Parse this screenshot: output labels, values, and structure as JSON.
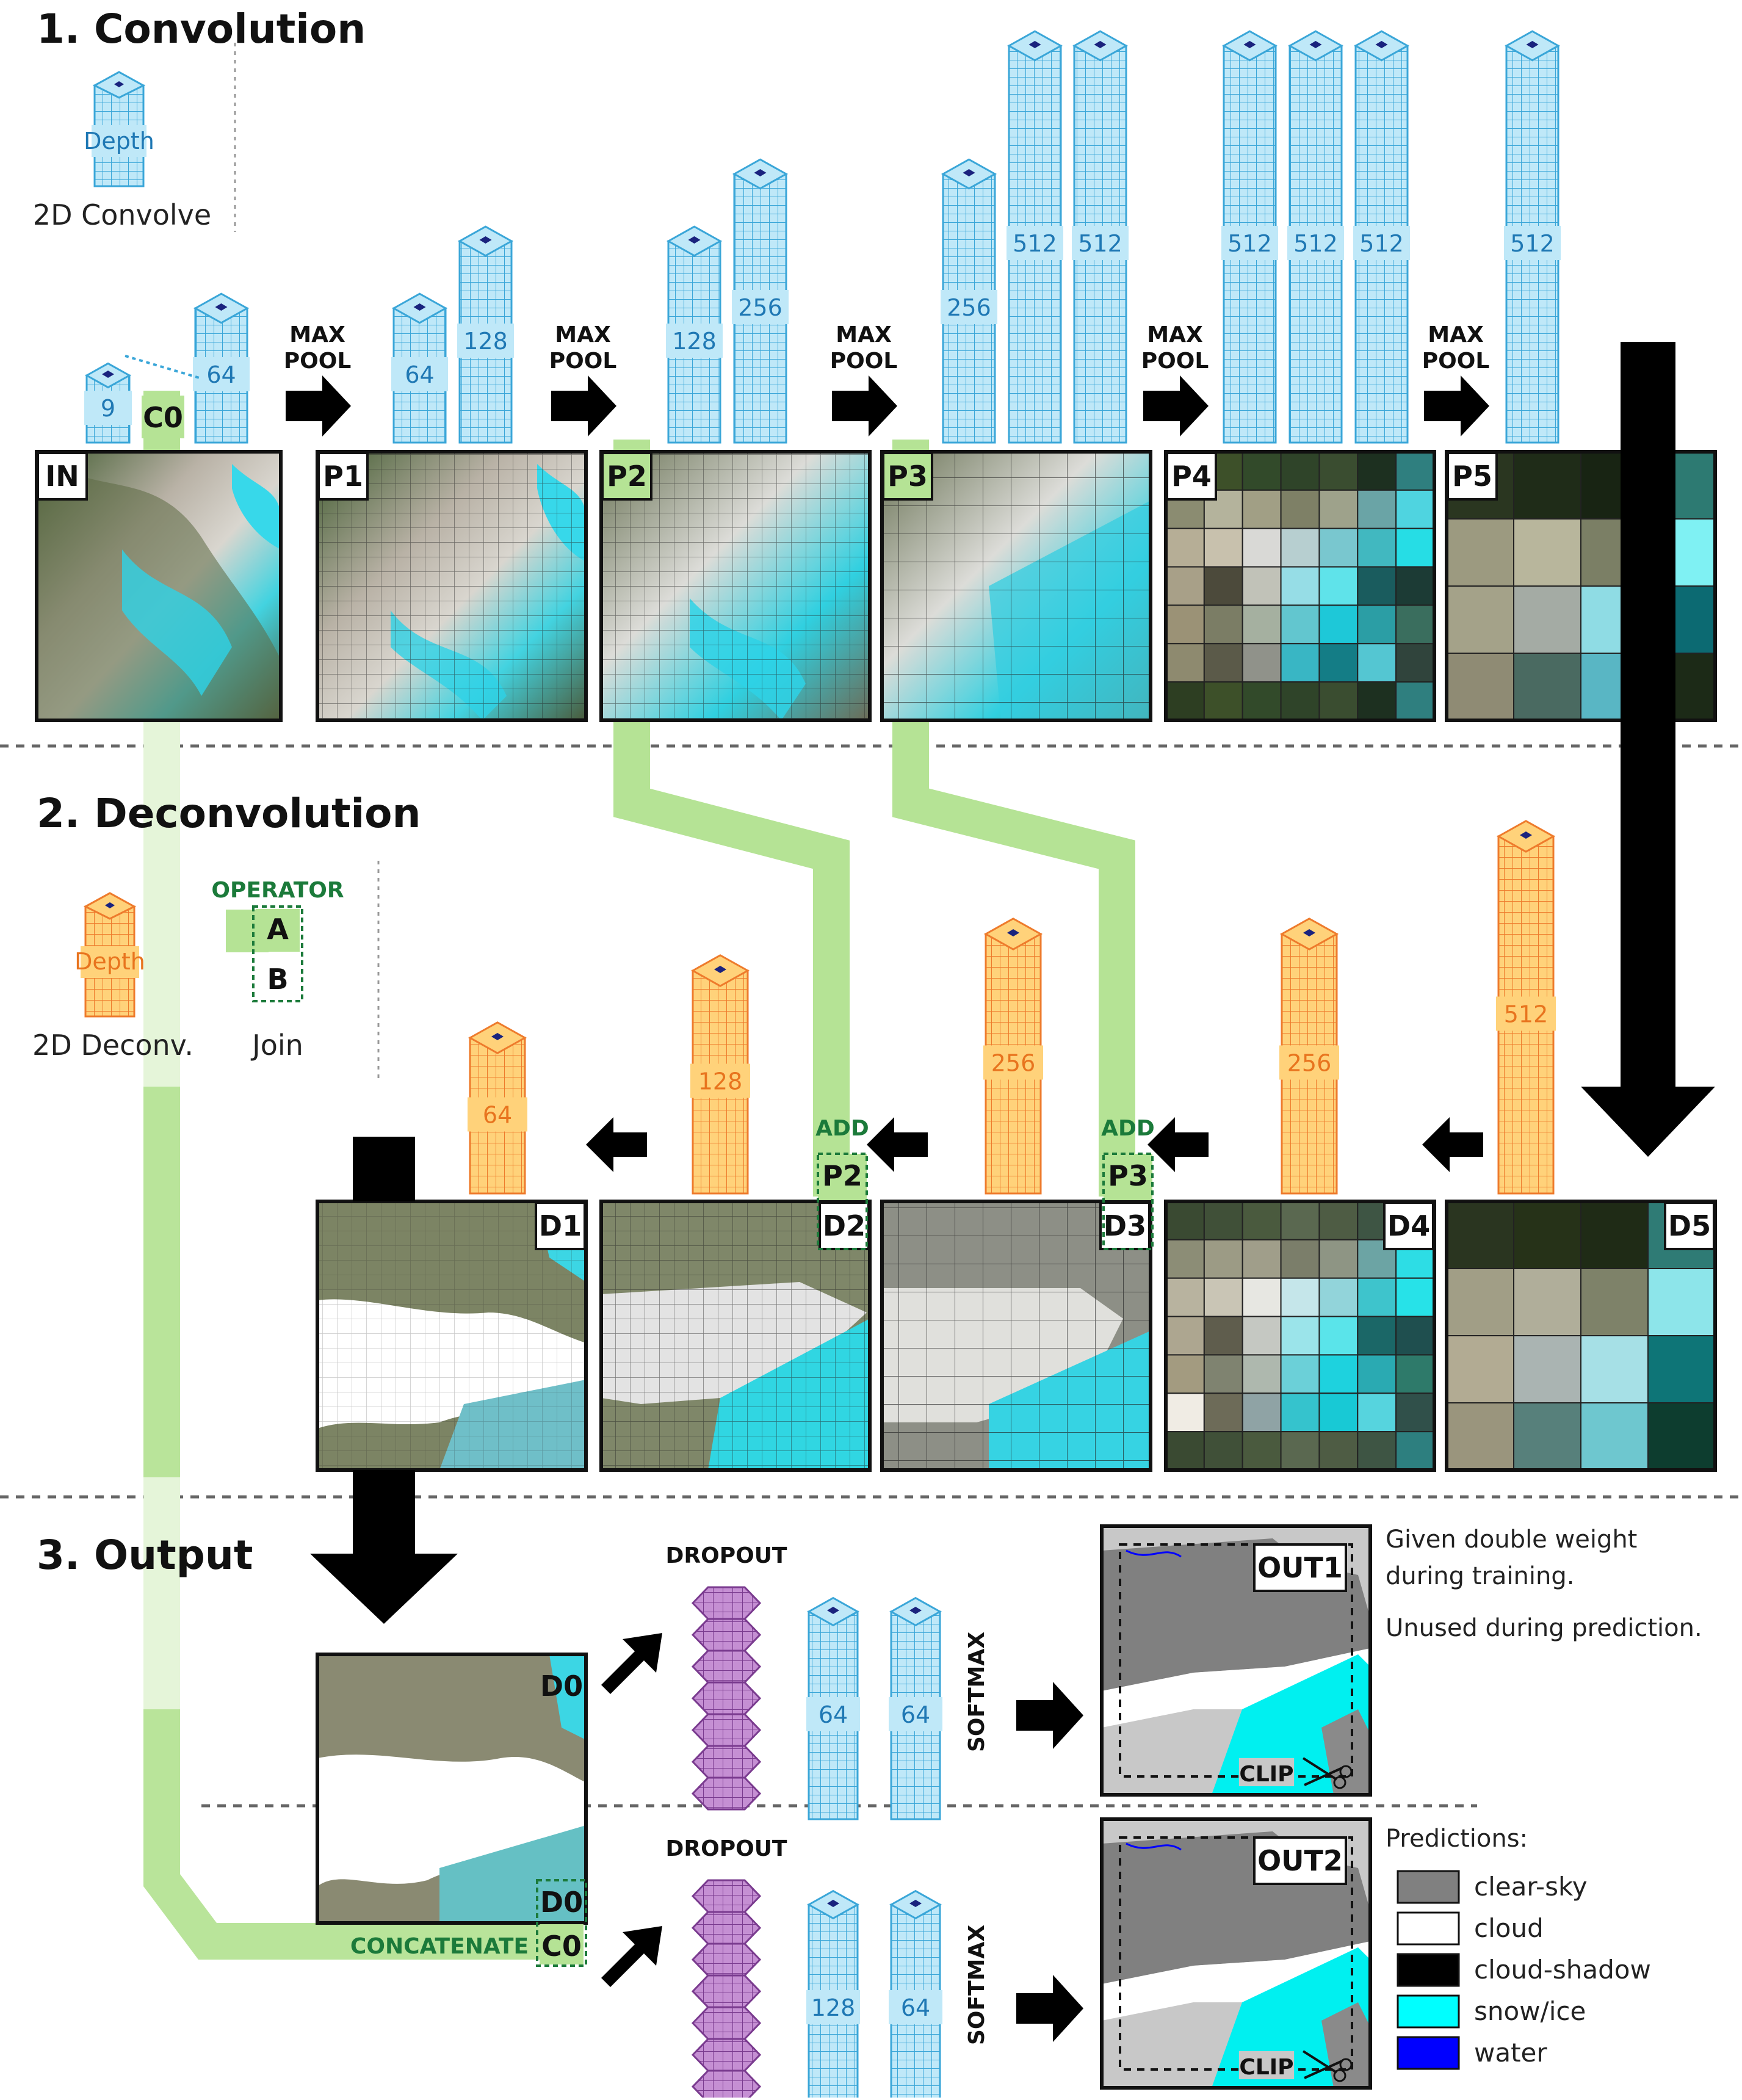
{
  "sections": {
    "convolution": "1. Convolution",
    "deconvolution": "2. Deconvolution",
    "output": "3. Output"
  },
  "legend_conv": {
    "depth": "Depth",
    "caption": "2D Convolve"
  },
  "legend_deconv": {
    "depth": "Depth",
    "caption": "2D Deconv."
  },
  "legend_join": {
    "operator": "OPERATOR",
    "a": "A",
    "b": "B",
    "caption": "Join"
  },
  "operations": {
    "max_pool_1": "MAX",
    "max_pool_2": "POOL",
    "add": "ADD",
    "concatenate": "CONCATENATE",
    "dropout": "DROPOUT",
    "softmax": "SOFTMAX",
    "clip": "CLIP"
  },
  "conv_depths": {
    "c0_a": "9",
    "c0_b": "64",
    "p1_a": "64",
    "p1_b": "128",
    "p2_a": "128",
    "p2_b": "256",
    "p3_a": "256",
    "p3_b": "512",
    "p3_c": "512",
    "p4_a": "512",
    "p4_b": "512",
    "p4_c": "512",
    "p5_a": "512"
  },
  "deconv_depths": {
    "d5": "512",
    "d4": "256",
    "d3": "256",
    "d2": "128",
    "d1": "64"
  },
  "output_depths": {
    "out1_a": "64",
    "out1_b": "64",
    "out2_a": "128",
    "out2_b": "64"
  },
  "panel_labels": {
    "in": "IN",
    "p1": "P1",
    "p2": "P2",
    "p3": "P3",
    "p4": "P4",
    "p5": "P5",
    "c0": "C0",
    "d1": "D1",
    "d2": "D2",
    "d3": "D3",
    "d4": "D4",
    "d5": "D5",
    "join_p2": "P2",
    "join_p3": "P3",
    "d0": "D0",
    "d0b": "D0",
    "c0b": "C0",
    "out1": "OUT1",
    "out2": "OUT2"
  },
  "notes": {
    "line1": "Given double weight",
    "line2": "during training.",
    "line3": "Unused during prediction."
  },
  "predictions_legend": {
    "title": "Predictions:",
    "items": [
      {
        "label": "clear-sky",
        "color": "#808080"
      },
      {
        "label": "cloud",
        "color": "#ffffff"
      },
      {
        "label": "cloud-shadow",
        "color": "#000000"
      },
      {
        "label": "snow/ice",
        "color": "#00ffff"
      },
      {
        "label": "water",
        "color": "#0000ff"
      }
    ]
  },
  "colors": {
    "conv_block": "#bfe8f8",
    "conv_grid": "#3aa6d8",
    "deconv_block": "#ffd27a",
    "deconv_grid": "#ee7b2c",
    "skip_green": "#b5e395",
    "join_green": "#1b7a3a",
    "dropout": "#c58fd3"
  }
}
